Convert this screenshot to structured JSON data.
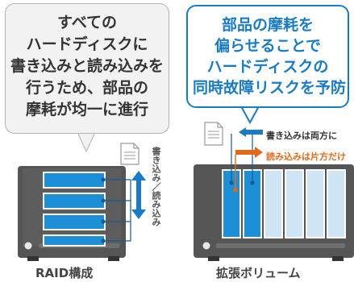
{
  "left_bubble": {
    "lines": [
      "すべての",
      "ハードディスクに",
      "書き込みと読み込みを",
      "行うため、部品の",
      "摩耗が均一に進行"
    ]
  },
  "right_bubble": {
    "lines": [
      "部品の摩耗を",
      "偏らせることで",
      "ハードディスクの",
      "同時故障リスクを予防"
    ]
  },
  "raid": {
    "vertical_label": "書き込み／読み込み",
    "caption": "RAID構成",
    "disk_count": 4
  },
  "volume": {
    "write_label": "書き込みは両方に",
    "read_label": "読み込みは片方だけ",
    "caption": "拡張ボリューム",
    "active_disks": 2,
    "inactive_disks": 4
  },
  "colors": {
    "accent_blue": "#1a7bc5",
    "disk_blue": "#1d8fd6",
    "disk_light": "#cfe4f5",
    "orange": "#e06a1a",
    "chassis_dark": "#555555"
  },
  "icons": [
    "document-icon",
    "document-icon",
    "up-down-arrow-icon",
    "left-arrow-icon",
    "right-arrow-icon"
  ]
}
